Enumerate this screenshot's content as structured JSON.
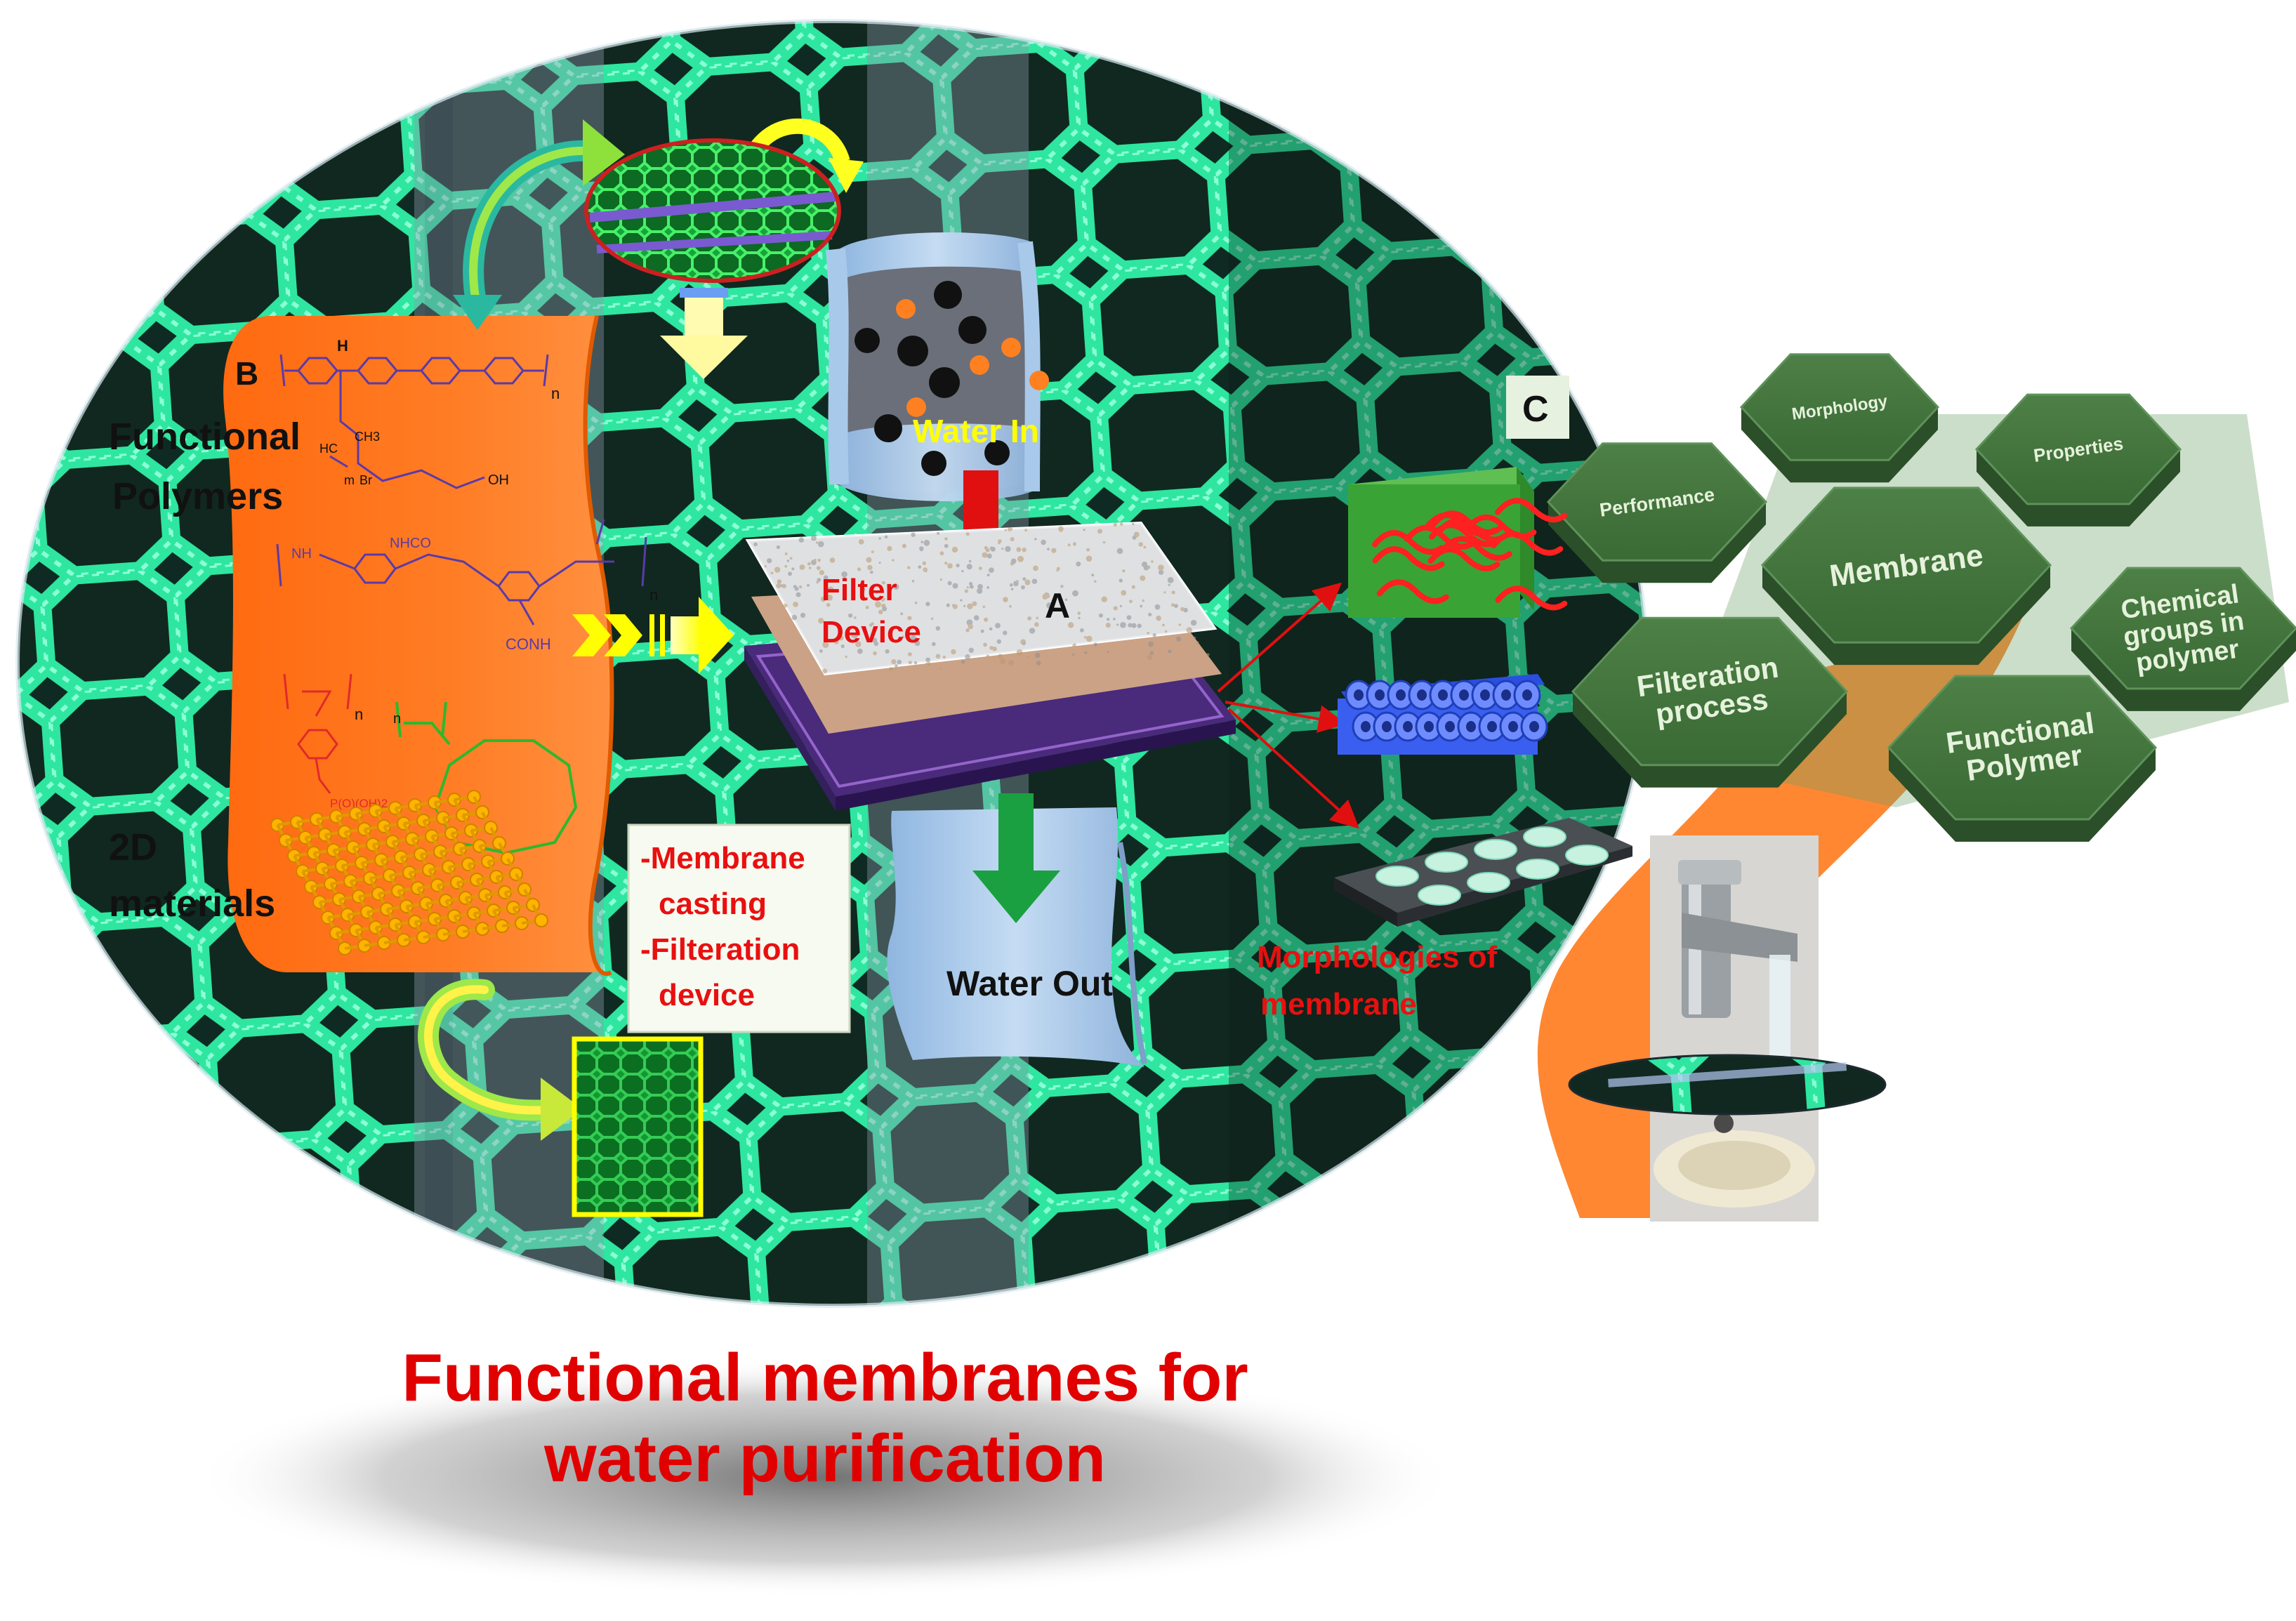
{
  "title": "Functional membranes for water purification",
  "title_lines": [
    "Functional membranes for",
    "water purification"
  ],
  "panel_b": {
    "letter": "B",
    "functional_polymers_lines": [
      "Functional",
      "Polymers"
    ],
    "materials_2d_lines": [
      "2D",
      "materials"
    ],
    "chem_labels": {
      "h": "H",
      "n1": "n",
      "ch3": "CH3",
      "hc": "HC",
      "br": "Br",
      "m": "m",
      "oh": "OH",
      "nh": "NH",
      "nhco": "NHCO",
      "n2": "n",
      "conh": "CONH",
      "n3": "n",
      "pooh": "P(O)(OH)2",
      "n4": "n"
    }
  },
  "panel_a": {
    "letter": "A",
    "water_in": "Water In",
    "filter_device_lines": [
      "Filter",
      "Device"
    ],
    "water_out": "Water Out"
  },
  "process_box": {
    "lines": [
      "-Membrane",
      "casting",
      "-Filteration",
      "device"
    ]
  },
  "morphologies_lines": [
    "Morphologies of",
    "membrane"
  ],
  "panel_c": {
    "letter": "C",
    "hexagons": {
      "morphology": "Morphology",
      "properties": "Properties",
      "performance": "Performance",
      "membrane": "Membrane",
      "chemical": [
        "Chemical",
        "groups in",
        "polymer"
      ],
      "filteration": [
        "Filteration",
        "process"
      ],
      "functional_polymer": [
        "Functional",
        "Polymer"
      ]
    }
  },
  "colors": {
    "title_red": "#e00000",
    "orange_panel": "#ff7a1e",
    "hex_green": "#3f6e3a",
    "hex_dark": "#2b4f28",
    "mesh_green": "#2ee6a0",
    "label_red": "#e81010",
    "water_blue": "#a9c9ea",
    "yellow": "#ffff00"
  }
}
